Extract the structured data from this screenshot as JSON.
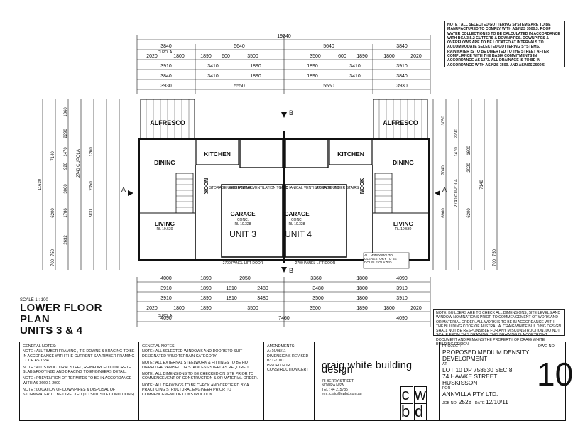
{
  "top_dims": {
    "overall": "19240",
    "row1": [
      "3840",
      "5640",
      "5640",
      "3840"
    ],
    "row2": [
      "2020",
      "1800",
      "1890",
      "600",
      "3500",
      "3500",
      "600",
      "1890",
      "1800",
      "2020"
    ],
    "row2_cupola": "CUPOLA",
    "row3": [
      "3910",
      "3410",
      "1890",
      "1890",
      "3410",
      "3910"
    ],
    "row4": [
      "3840",
      "3410",
      "1890",
      "1890",
      "3410",
      "3840"
    ],
    "row5": [
      "3930",
      "5550",
      "5550",
      "3930"
    ]
  },
  "bottom_dims": {
    "row1": [
      "4000",
      "1890",
      "2050",
      "3360",
      "1800",
      "4090"
    ],
    "row2": [
      "3910",
      "1890",
      "1810",
      "2480",
      "3480",
      "1800",
      "3910"
    ],
    "row3": [
      "3910",
      "1890",
      "1810",
      "3480",
      "3500",
      "1800",
      "3910"
    ],
    "row4": [
      "2020",
      "1800",
      "1890",
      "3500",
      "3500",
      "1890",
      "1800",
      "2020"
    ],
    "row4_cupola": "CUPOLA",
    "overall_left": "4090",
    "overall_mid": "7460",
    "overall_right": "4090"
  },
  "side_dims": {
    "left_overall": "11630",
    "left_a": "7140",
    "left_b": "2740 CUPOLA",
    "left_vals": [
      "1860",
      "2290",
      "1470",
      "920",
      "1260",
      "3060",
      "2350",
      "1786",
      "2632",
      "6200",
      "750",
      "700",
      "900"
    ],
    "right_vals": [
      "3050",
      "2290",
      "1470",
      "1600",
      "2020",
      "7040",
      "2740 CUPOLA",
      "7140",
      "6960",
      "6200",
      "750",
      "700"
    ]
  },
  "plan": {
    "rooms": [
      "ALFRESCO",
      "ALFRESCO",
      "KITCHEN",
      "KITCHEN",
      "DINING",
      "DINING",
      "LIVING",
      "LIVING",
      "GARAGE",
      "GARAGE",
      "NOOK",
      "NOOK"
    ],
    "units": [
      "UNIT 3",
      "UNIT 4"
    ],
    "garage_sub": [
      "CONC.",
      "RL 10.328"
    ],
    "living_rl": "RL 10.530",
    "section_marks": [
      "B",
      "B",
      "A",
      "A"
    ],
    "door_label": "2700 PANEL-LIFT DOOR",
    "stair_notes": [
      "STORAGE UNDER STAIRS",
      "MECHANICAL VENTILATION TO WC"
    ],
    "windows_note": "ALL WINDOWS TO CLERESTORY TO BE DOUBLE GLAZED"
  },
  "notes": {
    "top": "NOTE : ALL SELECTED GUTTERING SYSTEMS ARE TO BE MANUFACTURED TO COMPLY WITH AS/NZS 3500.3. ROOF WATER COLLECTION IS TO BE CALCULATED IN ACCORDANCE WITH BCA 3.5.2 GUTTERS & DOWNPIPES. DOWNPIPES & OVERFLOWS ARE TO BE LOCATED AT INTERVALS TO ACCOMMODATE SELECTED GUTTERING SYSTEMS. RAINWATER IS TO BE DIVERTED TO THE STREET AFTER COMPLIANCE WITH THE BASIX COMMITMENTS IN ACCORDANCE AS 1273. ALL DRAINAGE IS TO BE IN ACCORDANCE WITH AS/NZS 3500. AND AS/NZS 2500.5.",
    "right": "NOTE: BUILDERS ARE TO CHECK ALL DIMENSIONS, SITE LEVELS AND WINDOW NOMINATIONS PRIOR TO COMMENCEMENT OF WORK AND OR MATERIAL ORDER. ALL WORK IS TO BE IN ACCORDANCE WITH THE BUILDING CODE OF AUSTRALIA. CRAIG WHITE BUILDING DESIGN SHALL NOT BE RESPONSIBLE FOR ANY MISCONSTRUCTION. DO NOT SCALE FROM THIS DRAWING. THIS DRAWING IS A COPYRIGHT DOCUMENT AND REMAINS THE PROPERTY OF CRAIG WHITE BUILDING DESIGN."
  },
  "title": {
    "scale": "SCALE  1 : 100",
    "line1": "LOWER FLOOR PLAN",
    "line2": "UNITS 3 & 4"
  },
  "title_block": {
    "general1_head": "GENERAL NOTES:",
    "general1": [
      "NOTE : ALL TIMBER FRAMING , TIE DOWNS & BRACING TO BE IN ACCORDANCE WITH THE CURRENT SAA TIMBER FRAMING CODE AS 1684",
      "NOTE : ALL STRUCTURAL STEEL, REINFORCED CONCRETE SLABS/FOOTINGS AND BRACING TO ENGINEERS DETAIL.",
      "NOTE : PREVENTION OF TERMITES TO BE IN ACCORDANCE WITH AS 3660.1-2000",
      "NOTE : LOCATION OF DOWNPIPES & DISPOSAL OF STORMWATER TO BE DIRECTED (TO SUIT SITE CONDITIONS)"
    ],
    "general2_head": "GENERAL NOTES:",
    "general2": [
      "NOTE : ALL SELECTED WINDOWS AND DOORS TO SUIT DESIGNATED WIND TERRAIN CATEGORY",
      "NOTE : ALL EXTERNAL STEELWORK & FITTINGS TO BE HOT DIPPED GALVANISED OR STAINLESS STEEL AS REQUIRED.",
      "NOTE : ALL DIMENSIONS TO BE CHECKED ON SITE PRIOR TO COMMENCEMENT OF CONSTRUCTION & OR MATERIAL ORDER.",
      "NOTE : ALL DRAWINGS TO BE CHECK AND CERTIFIED BY A PRACTICING STRUCTURAL ENGINEER PRIOR TO COMMENCEMENT OF CONSTRUCTION."
    ],
    "amend_head": "AMENDMENTS:",
    "amend": [
      "A: 16/08/11",
      "DIMENSIONS REVISED",
      "B: 12/10/11",
      "ISSUED FOR",
      "CONSTRUCTION CERT"
    ],
    "firm_name": "craig white building design",
    "firm_addr": [
      "78 BERRY STREET",
      "NOWRA NSW",
      "TEL : 44 215785",
      "em : craig@cwbd.com.au"
    ],
    "firm_logo": [
      "c",
      "w",
      "b",
      "d"
    ],
    "project_head": "PROJECT:",
    "project": "PROPOSED MEDIUM DENSITY DEVELOPMENT",
    "at_head": "AT",
    "address": [
      "LOT 10 DP 758530 SEC 8",
      "74 HAWKE STREET",
      "HUSKISSON"
    ],
    "for_head": "FOR",
    "client": "ANNVILLA PTY LTD.",
    "job_head": "JOB NO.",
    "job": "2528",
    "date_head": "DATE",
    "date": "12/10/11",
    "dwg_head": "DWG NO.",
    "dwg": "10"
  }
}
